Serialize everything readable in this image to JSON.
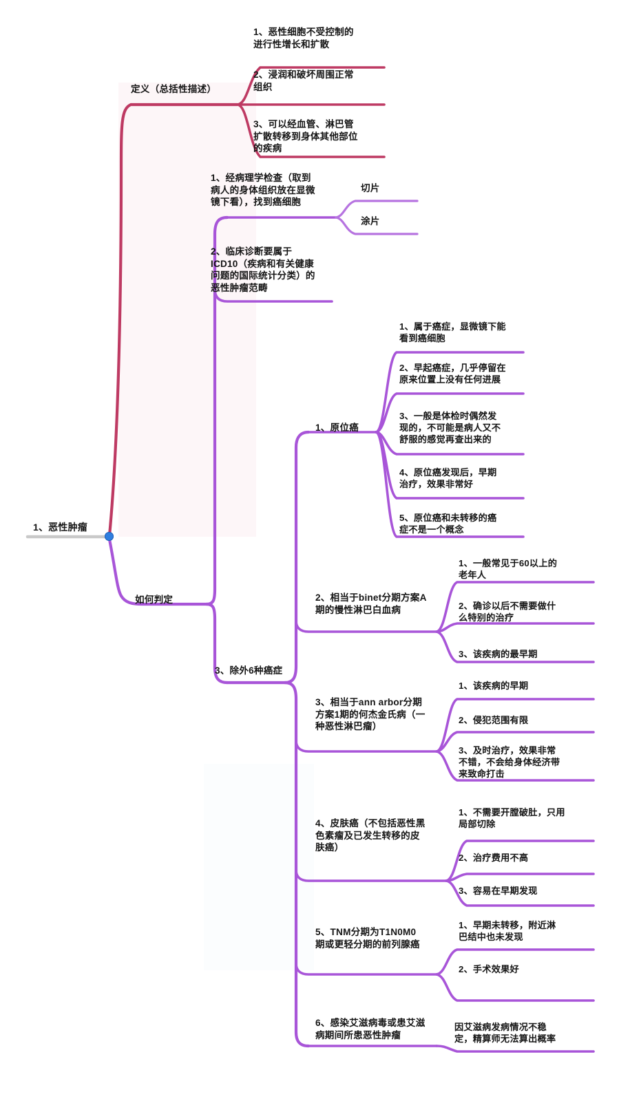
{
  "palette": {
    "crimson": "#be3a63",
    "purple": "#a855d8",
    "purple_light": "#b673e0",
    "root_stem_gray": "#c9c9c9",
    "root_dot_blue": "#2f7fe0",
    "text": "#151515",
    "tint_pink": "#fdf6f8",
    "tint_blue": "#fbfdfe",
    "background": "#ffffff"
  },
  "root": {
    "label": "1、恶性肿瘤"
  },
  "branches": {
    "definition": {
      "label": "定义（总括性描述）",
      "color": "#be3a63",
      "children": [
        {
          "label": "1、恶性细胞不受控制的\n进行性增长和扩散"
        },
        {
          "label": "2、浸润和破坏周围正常\n组织"
        },
        {
          "label": "3、可以经血管、淋巴管\n扩散转移到身体其他部位\n的疾病"
        }
      ]
    },
    "how_to_judge": {
      "label": "如何判定",
      "color": "#a855d8",
      "children": [
        {
          "label": "1、经病理学检查（取到\n病人的身体组织放在显微\n镜下看），找到癌细胞",
          "children": [
            {
              "label": "切片"
            },
            {
              "label": "涂片"
            }
          ]
        },
        {
          "label": "2、临床诊断要属于\nICD10（疾病和有关健康\n问题的国际统计分类）的\n恶性肿瘤范畴",
          "children": []
        },
        {
          "label": "3、除外6种癌症",
          "children": [
            {
              "label": "1、原位癌",
              "children": [
                {
                  "label": "1、属于癌症，显微镜下能\n看到癌细胞"
                },
                {
                  "label": "2、早起癌症，几乎停留在\n原来位置上没有任何进展"
                },
                {
                  "label": "3、一般是体检时偶然发\n现的，不可能是病人又不\n舒服的感觉再查出来的"
                },
                {
                  "label": "4、原位癌发现后，早期\n治疗，效果非常好"
                },
                {
                  "label": "5、原位癌和未转移的癌\n症不是一个概念"
                }
              ]
            },
            {
              "label": "2、相当于binet分期方案A\n期的慢性淋巴白血病",
              "children": [
                {
                  "label": "1、一般常见于60以上的\n老年人"
                },
                {
                  "label": "2、确诊以后不需要做什\n么特别的治疗"
                },
                {
                  "label": "3、该疾病的最早期"
                }
              ]
            },
            {
              "label": "3、相当于ann arbor分期\n方案1期的何杰金氏病（一\n种恶性淋巴瘤）",
              "children": [
                {
                  "label": "1、该疾病的早期"
                },
                {
                  "label": "2、侵犯范围有限"
                },
                {
                  "label": "3、及时治疗，效果非常\n不错，不会给身体经济带\n来致命打击"
                }
              ]
            },
            {
              "label": "4、皮肤癌（不包括恶性黑\n色素瘤及已发生转移的皮\n肤癌）",
              "children": [
                {
                  "label": "1、不需要开膛破肚，只用\n局部切除"
                },
                {
                  "label": "2、治疗费用不高"
                },
                {
                  "label": "3、容易在早期发现"
                }
              ]
            },
            {
              "label": "5、TNM分期为T1N0M0\n期或更轻分期的前列腺癌",
              "children": [
                {
                  "label": "1、早期未转移，附近淋\n巴结中也未发现"
                },
                {
                  "label": "2、手术效果好"
                }
              ]
            },
            {
              "label": "6、感染艾滋病毒或患艾滋\n病期间所患恶性肿瘤",
              "children": [
                {
                  "label": "因艾滋病发病情况不稳\n定，精算师无法算出概率"
                }
              ]
            }
          ]
        }
      ]
    }
  }
}
